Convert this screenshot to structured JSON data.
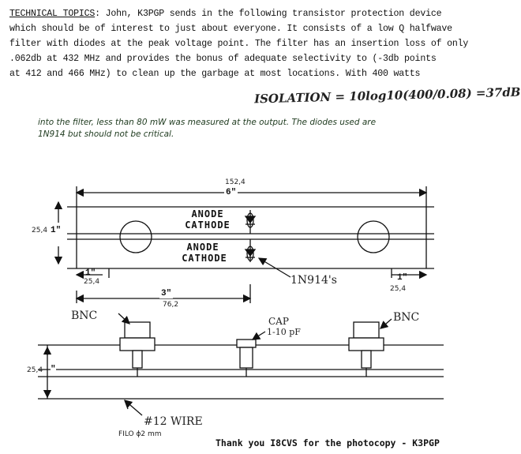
{
  "header": {
    "topic": "TECHNICAL TOPICS",
    "line1_rest": ": John, K3PGP sends in the following transistor protection device",
    "line2": "which should be of interest to just about everyone. It consists of a low Q halfwave",
    "line3": "filter with diodes at the peak voltage point. The filter has an insertion loss of only",
    "line4": ".062db at 432 MHz and provides the bonus of adequate selectivity to (-3db points",
    "line5": "at 412 and 466 MHz) to clean up the garbage at most locations. With 400 watts"
  },
  "formula": "ISOLATION = 10log10(400/0.08) =37dB",
  "note": {
    "line1": "into the filter, less than 80 mW was measured at the output. The diodes used are",
    "line2": "1N914 but should not be critical."
  },
  "top_view": {
    "overall_dim_mm": "152,4",
    "overall_dim_in": "6\"",
    "height_dim_mm": "25,4",
    "height_dim_in": "1\"",
    "anode_1": "ANODE",
    "cathode_1": "CATHODE",
    "anode_2": "ANODE",
    "cathode_2": "CATHODE",
    "left_dim_in": "1\"",
    "left_dim_mm": "25,4",
    "right_dim_in": "1\"",
    "right_dim_mm": "25,4",
    "center_dim_in": "3\"",
    "center_dim_mm": "76,2",
    "diode_callout": "1N914's"
  },
  "side_view": {
    "bnc_left": "BNC",
    "bnc_right": "BNC",
    "cap_label": "CAP",
    "cap_value": "1-10 pF",
    "height_dim_mm": "25,4",
    "height_dim_in": "\"",
    "wire_label": "#12 WIRE",
    "wire_diameter": "FILO ϕ2 mm"
  },
  "credit": "Thank you I8CVS for the photocopy - K3PGP"
}
